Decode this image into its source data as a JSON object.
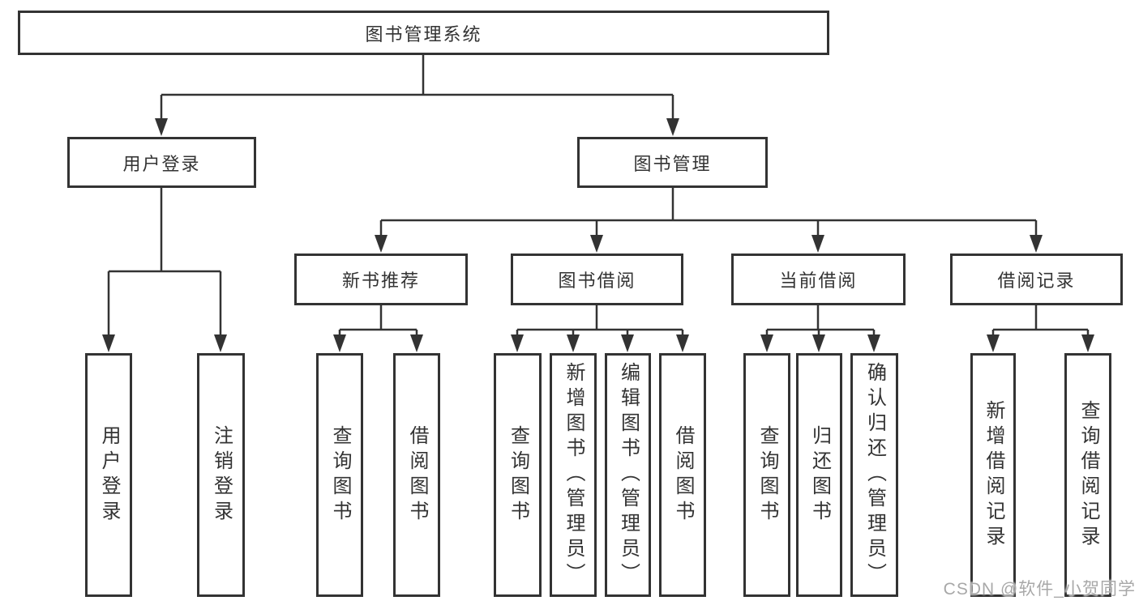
{
  "tree": {
    "label": "图书管理系统",
    "children": [
      {
        "label": "用户登录",
        "children": [
          {
            "label": "用户登录"
          },
          {
            "label": "注销登录"
          }
        ]
      },
      {
        "label": "图书管理",
        "children": [
          {
            "label": "新书推荐",
            "children": [
              {
                "label": "查询图书"
              },
              {
                "label": "借阅图书"
              }
            ]
          },
          {
            "label": "图书借阅",
            "children": [
              {
                "label": "查询图书"
              },
              {
                "label": "新增图书（管理员）"
              },
              {
                "label": "编辑图书（管理员）"
              },
              {
                "label": "借阅图书"
              }
            ]
          },
          {
            "label": "当前借阅",
            "children": [
              {
                "label": "查询图书"
              },
              {
                "label": "归还图书"
              },
              {
                "label": "确认归还（管理员）"
              }
            ]
          },
          {
            "label": "借阅记录",
            "children": [
              {
                "label": "新增借阅记录"
              },
              {
                "label": "查询借阅记录"
              }
            ]
          }
        ]
      }
    ]
  },
  "watermark": {
    "text": "CSDN @软件_小贺同学"
  },
  "colors": {
    "line": "#333333",
    "box_border": "#333333",
    "box_fill": "#ffffff",
    "text": "#333333",
    "watermark": "#a8a8a8",
    "background": "#ffffff"
  }
}
